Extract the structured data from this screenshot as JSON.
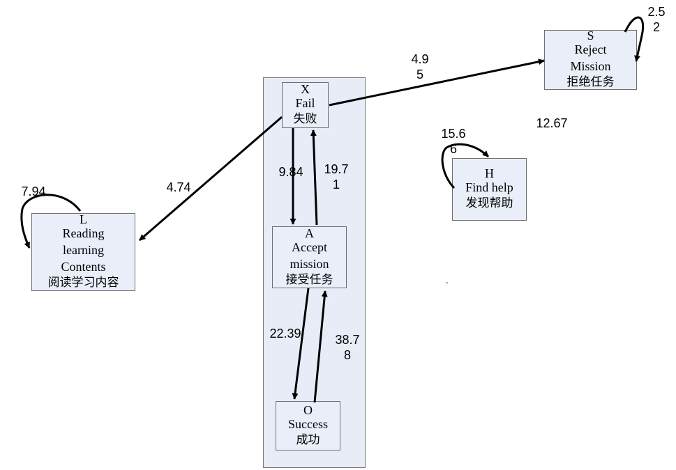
{
  "nodes": {
    "X": {
      "code": "X",
      "en": "Fail",
      "zh": "失败"
    },
    "S": {
      "code": "S",
      "en": "Reject Mission",
      "zh": "拒绝任务"
    },
    "H": {
      "code": "H",
      "en": "Find help",
      "zh": "发现帮助"
    },
    "L": {
      "code": "L",
      "en": "Reading learning Contents",
      "zh": "阅读学习内容"
    },
    "A": {
      "code": "A",
      "en": "Accept mission",
      "zh": "接受任务"
    },
    "O": {
      "code": "O",
      "en": "Success",
      "zh": "成功"
    }
  },
  "edges": [
    {
      "from": "X",
      "to": "S",
      "label": "4.9\n5"
    },
    {
      "from": "X",
      "to": "L",
      "label": "4.74"
    },
    {
      "from": "X",
      "to": "A",
      "label": "9.84"
    },
    {
      "from": "A",
      "to": "X",
      "label": "19.7\n1"
    },
    {
      "from": "A",
      "to": "O",
      "label": "22.39"
    },
    {
      "from": "O",
      "to": "A",
      "label": "38.7\n8"
    },
    {
      "from": "S",
      "to": "S",
      "label": "2.5\n2"
    },
    {
      "from": "H",
      "to": "H",
      "label": "15.6\n6"
    },
    {
      "from": "L",
      "to": "L",
      "label": "7.94"
    }
  ],
  "floating_labels": [
    "12.67"
  ]
}
